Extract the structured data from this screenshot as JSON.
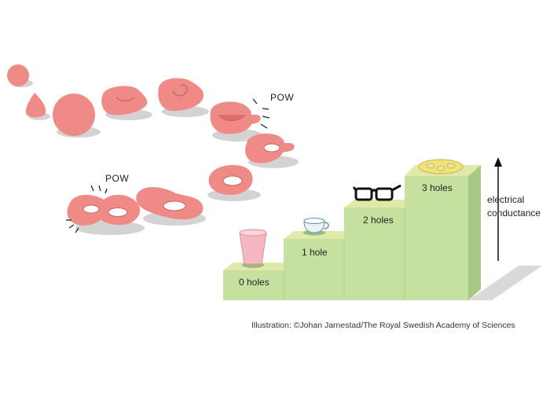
{
  "sequence": {
    "pow_labels": [
      "POW",
      "POW"
    ]
  },
  "staircase": {
    "steps": [
      {
        "label": "0 holes",
        "object": "cup"
      },
      {
        "label": "1 hole",
        "object": "mug"
      },
      {
        "label": "2 holes",
        "object": "glasses"
      },
      {
        "label": "3 holes",
        "object": "pretzel"
      }
    ]
  },
  "axis": {
    "label_line1": "electrical",
    "label_line2": "conductance"
  },
  "credit": "Illustration: ©Johan Jarnestad/The Royal Swedish Academy of Sciences",
  "colors": {
    "blob": "#f08a86",
    "blob_shadow": "#d3d3d3",
    "step_top": "#dfeaa8",
    "step_front": "#c6e0a0",
    "step_side": "#a8c886",
    "pretzel": "#f2e27a"
  }
}
